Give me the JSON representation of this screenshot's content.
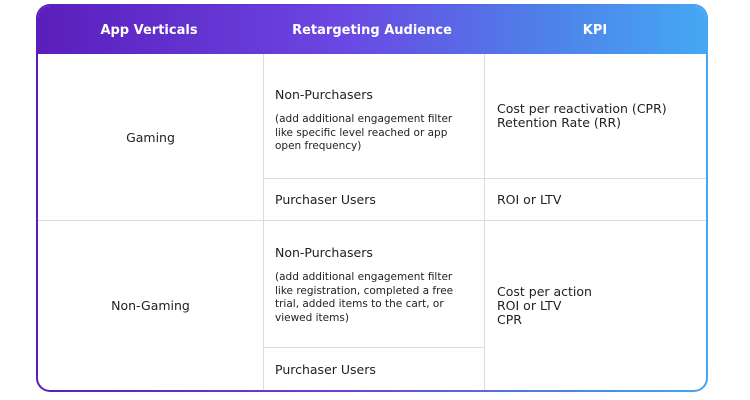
{
  "header": {
    "col1": "App Verticals",
    "col2": "Retargeting Audience",
    "col3": "KPI"
  },
  "rows": [
    {
      "vertical": "Gaming",
      "non_purchasers": {
        "title": "Non-Purchasers",
        "note": "(add additional engagement filter like specific level reached or app open frequency)"
      },
      "purchasers": "Purchaser Users",
      "kpi_non_purchasers": [
        "Cost per reactivation (CPR)",
        "Retention Rate (RR)"
      ],
      "kpi_purchasers": "ROI or LTV"
    },
    {
      "vertical": "Non-Gaming",
      "non_purchasers": {
        "title": "Non-Purchasers",
        "note": "(add additional engagement filter like registration, completed a free trial, added items to the cart, or viewed items)"
      },
      "purchasers": "Purchaser Users",
      "kpi": [
        "Cost per action",
        "ROI or LTV",
        "CPR"
      ]
    }
  ]
}
